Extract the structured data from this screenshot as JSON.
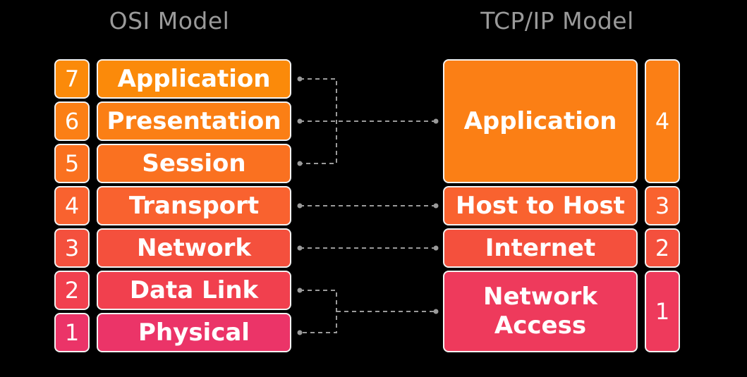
{
  "osi_title": "OSI Model",
  "tcp_title": "TCP/IP Model",
  "osi_layers": [
    {
      "num": "7",
      "name": "Application",
      "color": "#fb8a0a"
    },
    {
      "num": "6",
      "name": "Presentation",
      "color": "#fb7f15"
    },
    {
      "num": "5",
      "name": "Session",
      "color": "#fa7120"
    },
    {
      "num": "4",
      "name": "Transport",
      "color": "#f9622f"
    },
    {
      "num": "3",
      "name": "Network",
      "color": "#f4503d"
    },
    {
      "num": "2",
      "name": "Data Link",
      "color": "#f1404e"
    },
    {
      "num": "1",
      "name": "Physical",
      "color": "#eb3468"
    }
  ],
  "tcp_layers": [
    {
      "num": "4",
      "name": "Application",
      "color": "#fb7f15"
    },
    {
      "num": "3",
      "name": "Host to Host",
      "color": "#f9622f"
    },
    {
      "num": "2",
      "name": "Internet",
      "color": "#f4503d"
    },
    {
      "num": "1",
      "name": "Network Access",
      "color": "#ee3a5c"
    }
  ],
  "connector_color": "#9a9a9a"
}
